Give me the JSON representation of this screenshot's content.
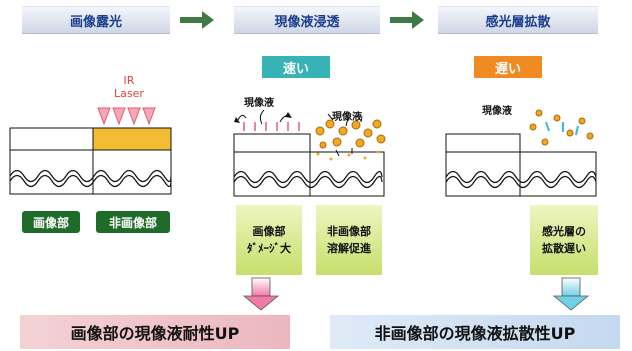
{
  "steps": [
    "画像露光",
    "現像液浸透",
    "感光層拡散"
  ],
  "speeds": {
    "fast": "速い",
    "slow": "遅い"
  },
  "ir_laser": {
    "line1": "IR",
    "line2": "Laser"
  },
  "developer_label": "現像液",
  "region_labels": {
    "image": "画像部",
    "non_image": "非画像部"
  },
  "notes": {
    "image_damage": [
      "画像部",
      "ﾀﾞﾒｰｼﾞ大"
    ],
    "non_image_dissolve": [
      "非画像部",
      "溶解促進"
    ],
    "diffusion_slow": [
      "感光層の",
      "拡散遅い"
    ]
  },
  "banners": {
    "left": "画像部の現像液耐性UP",
    "right": "非画像部の現像液拡散性UP"
  },
  "colors": {
    "step_text": "#1b3f8f",
    "fast_badge": "#38b3b5",
    "slow_badge": "#f08a22",
    "exposed_layer": "#f2bd33",
    "label_green": "#1f6b2a",
    "note_green": "#c6df6c",
    "banner_left": "#f1c6cc",
    "banner_right": "#cfe0f2"
  },
  "icons": [
    "arrow-right-icon",
    "arrow-down-pink-icon",
    "arrow-down-cyan-icon",
    "laser-triangle-icon"
  ]
}
